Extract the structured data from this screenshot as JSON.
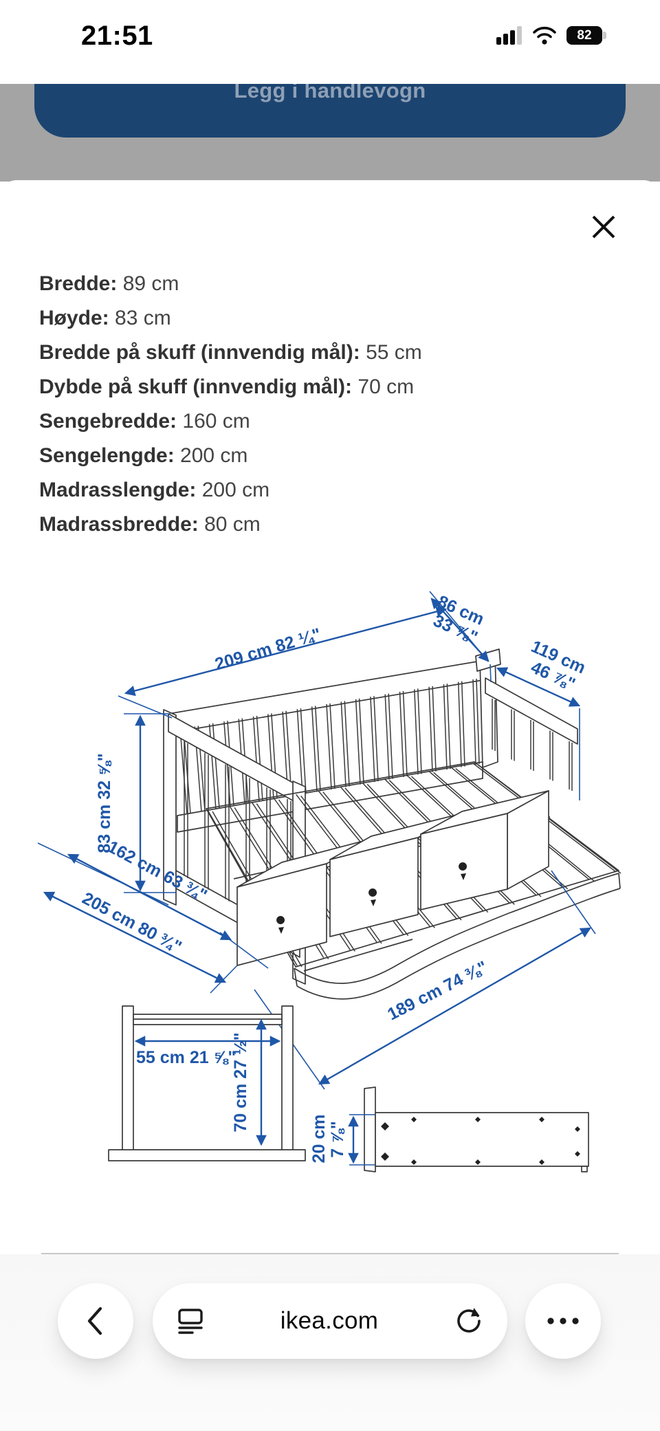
{
  "status_bar": {
    "time": "21:51",
    "battery_percent": "82"
  },
  "page_behind": {
    "add_to_cart_label": "Legg i handlevogn"
  },
  "sheet": {
    "specs": [
      {
        "label": "Bredde:",
        "value": "89 cm"
      },
      {
        "label": "Høyde:",
        "value": "83 cm"
      },
      {
        "label": "Bredde på skuff (innvendig mål):",
        "value": "55 cm"
      },
      {
        "label": "Dybde på skuff (innvendig mål):",
        "value": "70 cm"
      },
      {
        "label": "Sengebredde:",
        "value": "160 cm"
      },
      {
        "label": "Sengelengde:",
        "value": "200 cm"
      },
      {
        "label": "Madrasslengde:",
        "value": "200 cm"
      },
      {
        "label": "Madrassbredde:",
        "value": "80 cm"
      }
    ],
    "diagram_dims": {
      "length": "209 cm 82 ¼\"",
      "depth_cm": "86 cm",
      "depth_in": "33 ⅞\"",
      "ext_depth_cm": "119 cm",
      "ext_depth_in": "46 ⅞\"",
      "height": "83 cm 32 ⅝\"",
      "open_width_1": "162 cm 63 ¾\"",
      "open_width_2": "205 cm 80 ¾\"",
      "front_length": "189 cm 74 ⅜\"",
      "drawer_width": "55 cm 21 ⅝\"",
      "drawer_depth": "70 cm 27 ½\"",
      "drawer_height_cm": "20 cm",
      "drawer_height_in": "7 ⅞\""
    }
  },
  "toolbar": {
    "url": "ikea.com"
  },
  "colors": {
    "dimension_blue": "#1f57a8",
    "button_blue_dimmed": "#1c4470",
    "overlay_gray": "#a4a4a4"
  }
}
